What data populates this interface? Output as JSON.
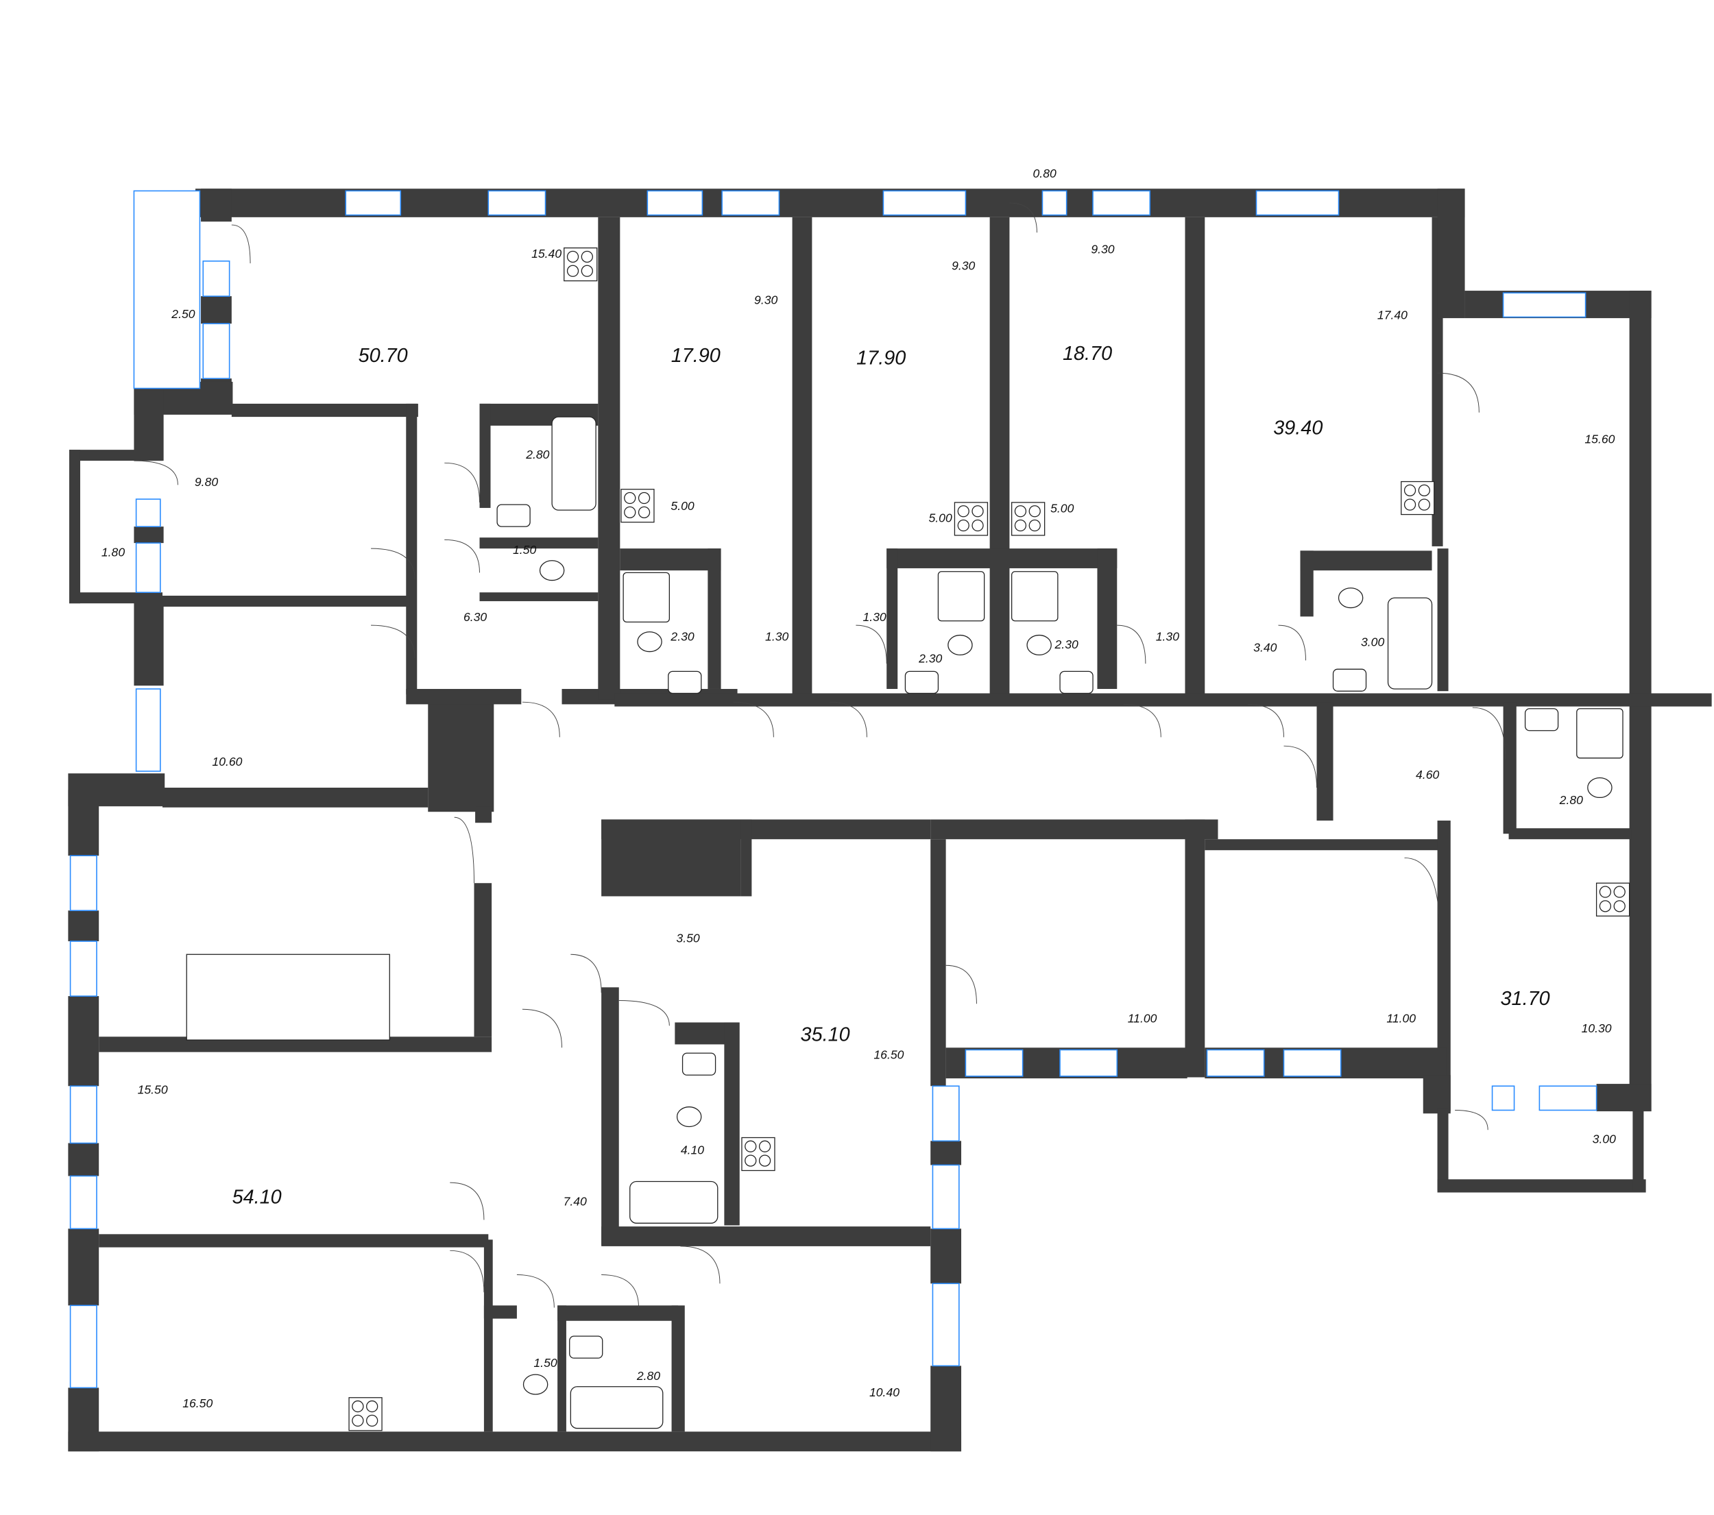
{
  "plan": {
    "type": "floor-plan",
    "wall_color": "#3d3d3d",
    "window_color": "#2a8cff",
    "labels": [
      "0.80",
      "15.40",
      "2.50",
      "50.70",
      "9.30",
      "17.90",
      "9.30",
      "17.90",
      "9.30",
      "18.70",
      "17.40",
      "39.40",
      "15.60",
      "9.80",
      "1.80",
      "2.80",
      "1.50",
      "5.00",
      "6.30",
      "2.30",
      "1.30",
      "5.00",
      "5.00",
      "1.30",
      "2.30",
      "2.30",
      "1.30",
      "3.40",
      "3.00",
      "10.60",
      "4.60",
      "2.80",
      "3.50",
      "35.10",
      "16.50",
      "11.00",
      "11.00",
      "31.70",
      "10.30",
      "15.50",
      "4.10",
      "54.10",
      "7.40",
      "3.00",
      "1.50",
      "2.80",
      "16.50",
      "10.40"
    ],
    "apartment_totals": [
      "50.70",
      "17.90",
      "17.90",
      "18.70",
      "39.40",
      "35.10",
      "31.70",
      "54.10"
    ]
  }
}
